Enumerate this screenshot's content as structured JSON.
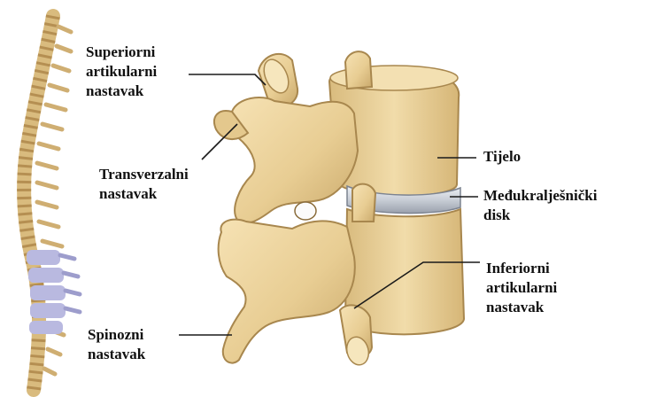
{
  "colors": {
    "bone_fill": "#ecd49e",
    "bone_shade": "#c9a86a",
    "bone_dark": "#a8874e",
    "disc_fill": "#c9ced6",
    "disc_highlight": "#eef1f5",
    "highlight_segment": "#b9b9e0",
    "leader_line": "#1a1a1a",
    "label_text": "#111111"
  },
  "labels": {
    "superior": [
      "Superiorni",
      "artikularni",
      "nastavak"
    ],
    "transverse": [
      "Transverzalni",
      "nastavak"
    ],
    "spinous": [
      "Spinozni",
      "nastavak"
    ],
    "body": [
      "Tijelo"
    ],
    "disc": [
      "Međukralješnički",
      "disk"
    ],
    "inferior": [
      "Inferiorni",
      "artikularni",
      "nastavak"
    ]
  }
}
